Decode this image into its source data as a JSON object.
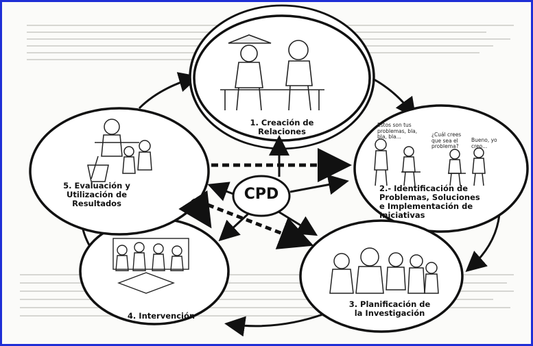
{
  "diagram": {
    "center_label": "CPD",
    "stages": {
      "s1": {
        "line1": "1. Creación de",
        "line2": "Relaciones"
      },
      "s2": {
        "line1": "2.- Identificación de",
        "line2": "Problemas, Soluciones",
        "line3": "e Implementación de",
        "line4": "Iniciativas"
      },
      "s3": {
        "line1": "3. Planificación de",
        "line2": "la Investigación"
      },
      "s4": {
        "line1": "4. Intervención"
      },
      "s5": {
        "line1": "5. Evaluación y",
        "line2": "Utilización de",
        "line3": "Resultados"
      }
    },
    "speech": {
      "a1": "Estos son tus",
      "a2": "problemas, bla,",
      "a3": "bla, bla...",
      "b1": "¿Cuál crees",
      "b2": "que sea el",
      "b3": "problema?",
      "c1": "Bueno, yo",
      "c2": "creo..."
    }
  },
  "colors": {
    "frame": "#1f2fd6",
    "ink": "#111111",
    "paper": "#fbfbf9"
  }
}
